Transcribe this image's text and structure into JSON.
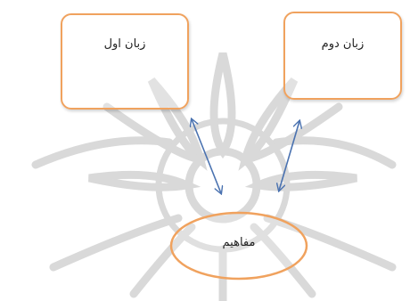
{
  "nodes": {
    "first_language": "زبان اول",
    "second_language": "زبان دوم",
    "concepts": "مفاهیم"
  },
  "colors": {
    "node_border": "#f0a25e",
    "arrow": "#4a72b0",
    "watermark": "#d9d9d9"
  },
  "edges": [
    {
      "from": "first_language",
      "to": "concepts",
      "direction": "bidirectional"
    },
    {
      "from": "second_language",
      "to": "concepts",
      "direction": "bidirectional"
    }
  ]
}
